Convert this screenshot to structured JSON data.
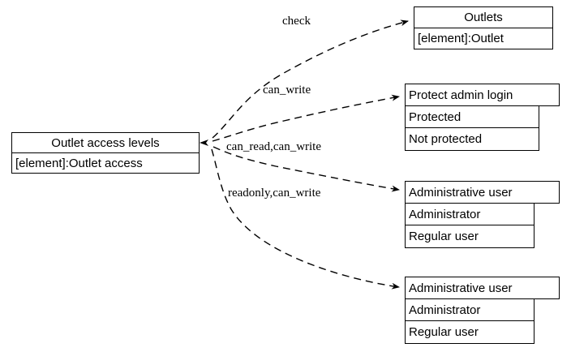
{
  "diagram": {
    "type": "uml-class-dependency-diagram",
    "background_color": "#ffffff",
    "line_color": "#000000",
    "text_color": "#000000",
    "edge_style": "dashed-with-open-arrowhead"
  },
  "nodes": {
    "source": {
      "name": "outlet-access-levels",
      "header": "Outlet access levels",
      "rows": [
        "[element]:Outlet access"
      ]
    },
    "outlets": {
      "name": "outlets",
      "header": "Outlets",
      "rows": [
        "[element]:Outlet"
      ]
    },
    "protect_admin_login": {
      "name": "protect-admin-login",
      "header": "Protect admin login",
      "rows": [
        "Protected",
        "Not protected"
      ]
    },
    "administrative_user_1": {
      "name": "administrative-user-1",
      "header": "Administrative user",
      "rows": [
        "Administrator",
        "Regular user"
      ]
    },
    "administrative_user_2": {
      "name": "administrative-user-2",
      "header": "Administrative user",
      "rows": [
        "Administrator",
        "Regular user"
      ]
    }
  },
  "edges": [
    {
      "label": "check",
      "from": "outlet-access-levels",
      "to": "outlets"
    },
    {
      "label": "can_write",
      "from": "outlet-access-levels",
      "to": "protect-admin-login"
    },
    {
      "label": "can_read,can_write",
      "from": "outlet-access-levels",
      "to": "administrative-user-1"
    },
    {
      "label": "readonly,can_write",
      "from": "outlet-access-levels",
      "to": "administrative-user-2"
    }
  ]
}
